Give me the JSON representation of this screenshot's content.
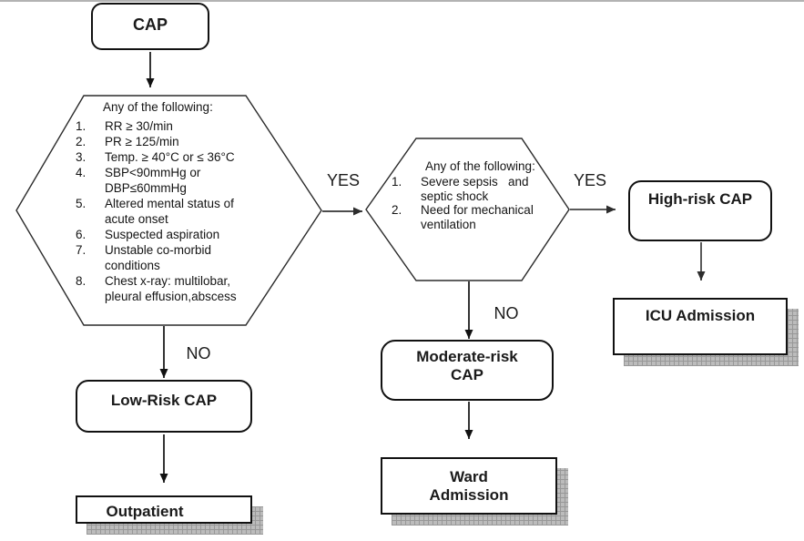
{
  "diagram": {
    "start": {
      "label": "CAP"
    },
    "decision1": {
      "heading": "Any of the following:",
      "items": [
        {
          "n": "1.",
          "text": "RR ≥ 30/min"
        },
        {
          "n": "2.",
          "text": "PR ≥ 125/min"
        },
        {
          "n": "3.",
          "text": "Temp. ≥ 40°C or ≤ 36°C"
        },
        {
          "n": "4.",
          "text": "SBP<90mmHg or\nDBP≤60mmHg"
        },
        {
          "n": "5.",
          "text": "Altered mental status of\nacute onset"
        },
        {
          "n": "6.",
          "text": "Suspected aspiration"
        },
        {
          "n": "7.",
          "text": "Unstable co-morbid\nconditions"
        },
        {
          "n": "8.",
          "text": "Chest x-ray: multilobar,\npleural effusion,abscess"
        }
      ]
    },
    "decision2": {
      "heading": "Any of the following:",
      "items": [
        {
          "n": "1.",
          "text": "Severe sepsis   and\nseptic shock"
        },
        {
          "n": "2.",
          "text": "Need for mechanical\nventilation"
        }
      ]
    },
    "labels": {
      "yes1": "YES",
      "yes2": "YES",
      "no1": "NO",
      "no2": "NO"
    },
    "nodes": {
      "low_risk": "Low-Risk CAP",
      "outpatient": "Outpatient",
      "moderate_risk": "Moderate-risk\nCAP",
      "ward": "Ward\nAdmission",
      "high_risk": "High-risk CAP",
      "icu": "ICU Admission"
    },
    "colors": {
      "border": "#111111",
      "gray_arrow": "#5a5a5a",
      "shadow": "#bcbcbc",
      "top_rule": "#b3b3b3"
    }
  }
}
